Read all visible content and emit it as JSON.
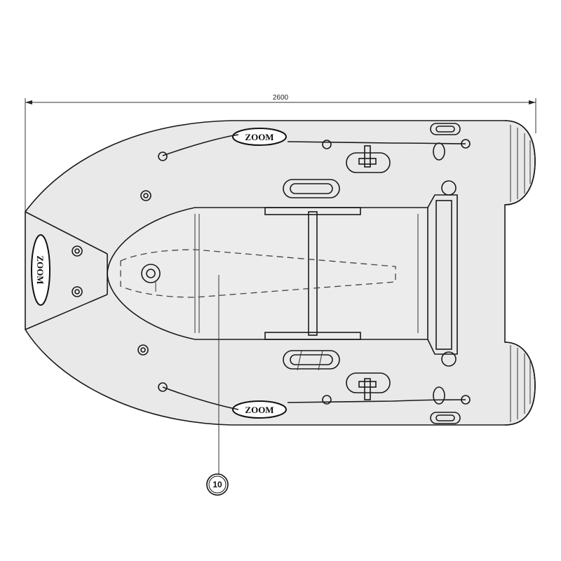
{
  "dimension": {
    "overall_length": "2600"
  },
  "branding": {
    "logo_text": "ZOOM"
  },
  "callout": {
    "number": "10"
  }
}
